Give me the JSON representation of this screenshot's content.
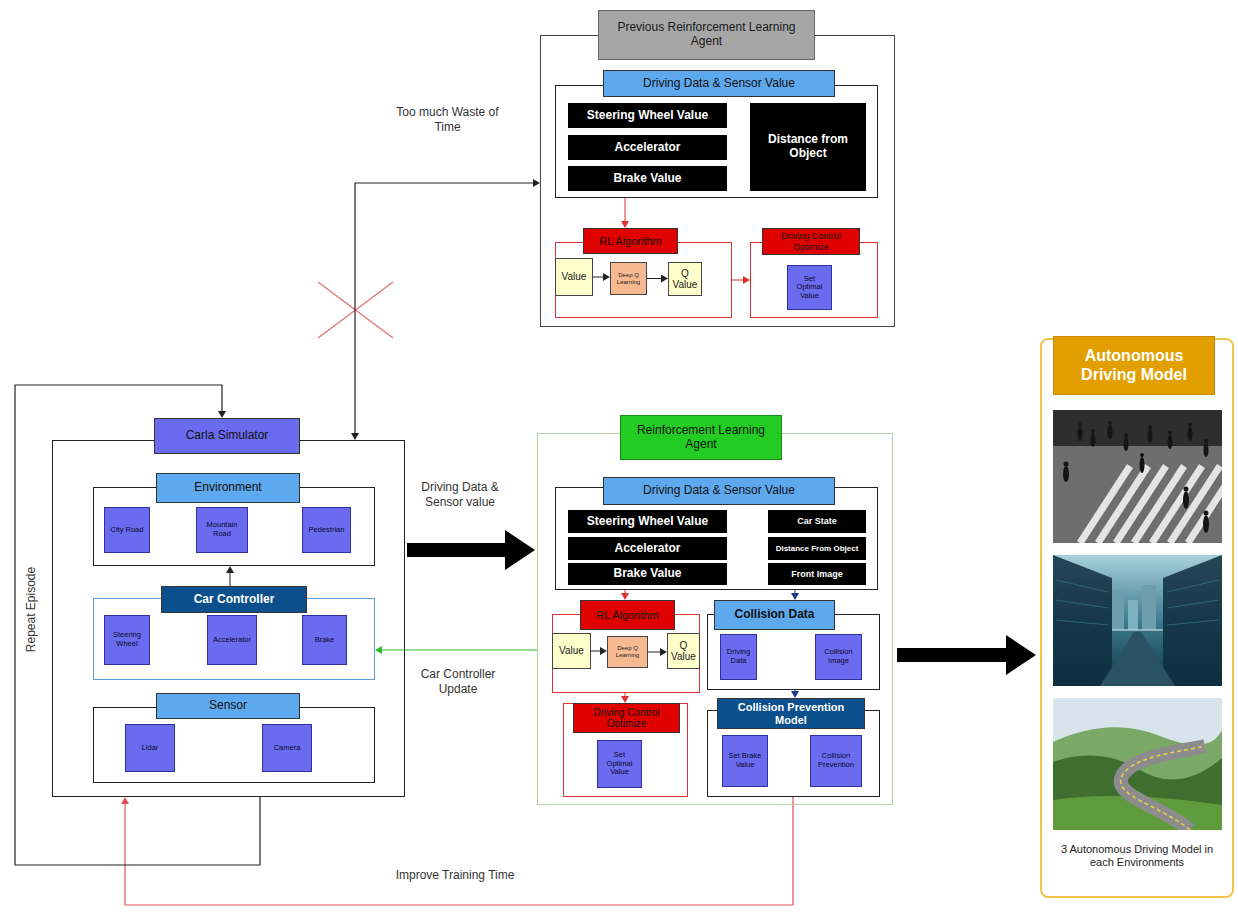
{
  "diagram": {
    "nodes": [
      {
        "text": [
          "Previous Reinforcement Learning Agent"
        ]
      },
      {
        "text": [
          "Driving Data & Sensor Value"
        ],
        "in": 0
      },
      {
        "text": [
          "Steering Wheel Value"
        ],
        "in": 1
      },
      {
        "text": [
          "Accelerator"
        ],
        "in": 1
      },
      {
        "text": [
          "Brake Value"
        ],
        "in": 1
      },
      {
        "text": [
          "Distance from Object"
        ],
        "in": 1
      },
      {
        "text": [
          "RL Algorithm"
        ],
        "in": 0
      },
      {
        "text": [
          "Value"
        ],
        "in": 6
      },
      {
        "text": [
          "Deep Q Learning"
        ],
        "in": 6
      },
      {
        "text": [
          "Q Value"
        ],
        "in": 6
      },
      {
        "text": [
          "Driving Control Optimize"
        ],
        "in": 0
      },
      {
        "text": [
          "Set Optimal Value"
        ],
        "in": 10
      },
      {
        "text": [
          "Carla Simulator"
        ]
      },
      {
        "text": [
          "Environment"
        ],
        "in": 12
      },
      {
        "text": [
          "City Road"
        ],
        "in": 13
      },
      {
        "text": [
          "Mountain Road"
        ],
        "in": 13
      },
      {
        "text": [
          "Pedestrian"
        ],
        "in": 13
      },
      {
        "text": [
          "Car Controller"
        ],
        "in": 12
      },
      {
        "text": [
          "Steering Wheel"
        ],
        "in": 17
      },
      {
        "text": [
          "Accelerator"
        ],
        "in": 17
      },
      {
        "text": [
          "Brake"
        ],
        "in": 17
      },
      {
        "text": [
          "Sensor"
        ],
        "in": 12
      },
      {
        "text": [
          "Lidar"
        ],
        "in": 21
      },
      {
        "text": [
          "Camera"
        ],
        "in": 21
      },
      {
        "text": [
          "Reinforcement Learning Agent"
        ]
      },
      {
        "text": [
          "Driving Data & Sensor Value"
        ],
        "in": 24
      },
      {
        "text": [
          "Steering Wheel Value"
        ],
        "in": 25
      },
      {
        "text": [
          "Accelerator"
        ],
        "in": 25
      },
      {
        "text": [
          "Brake Value"
        ],
        "in": 25
      },
      {
        "text": [
          "Car State"
        ],
        "in": 25
      },
      {
        "text": [
          "Distance From Object"
        ],
        "in": 25
      },
      {
        "text": [
          "Front Image"
        ],
        "in": 25
      },
      {
        "text": [
          "RL Algorithm"
        ],
        "in": 24
      },
      {
        "text": [
          "Value"
        ],
        "in": 32
      },
      {
        "text": [
          "Deep Q Learning"
        ],
        "in": 32
      },
      {
        "text": [
          "Q Value"
        ],
        "in": 32
      },
      {
        "text": [
          "Driving Control Optimize"
        ],
        "in": 24
      },
      {
        "text": [
          "Set Optimal Value"
        ],
        "in": 36
      },
      {
        "text": [
          "Collision Data"
        ],
        "in": 24
      },
      {
        "text": [
          "Driving Data"
        ],
        "in": 38
      },
      {
        "text": [
          "Collision Image"
        ],
        "in": 38
      },
      {
        "text": [
          "Collision Prevention Model"
        ],
        "in": 24
      },
      {
        "text": [
          "Set Brake Value"
        ],
        "in": 41
      },
      {
        "text": [
          "Collision Prevention"
        ],
        "in": 41
      },
      {
        "text": [
          "Autonomous Driving Model",
          "3 Autonomous Driving Model in each Environments"
        ]
      }
    ],
    "edges": [
      {
        "from": 12,
        "to": 0,
        "arrow": "both",
        "label": "Too much Waste of Time"
      },
      {
        "from": 12,
        "to": 24,
        "arrow": "to",
        "label": "Driving Data & Sensor value"
      },
      {
        "from": 24,
        "to": 17,
        "arrow": "to",
        "label": "Car Controller Update"
      },
      {
        "from": 24,
        "to": 44,
        "arrow": "to"
      },
      {
        "from": 41,
        "to": 12,
        "arrow": "to",
        "label": "Improve Training Time"
      },
      {
        "from": 12,
        "to": 12,
        "arrow": "to",
        "label": "Repeat Episode"
      },
      {
        "from": 17,
        "to": 13,
        "arrow": "to"
      },
      {
        "from": 1,
        "to": 6,
        "arrow": "to"
      },
      {
        "from": 7,
        "to": 8,
        "arrow": "to"
      },
      {
        "from": 8,
        "to": 9,
        "arrow": "to"
      },
      {
        "from": 6,
        "to": 10,
        "arrow": "to"
      },
      {
        "from": 25,
        "to": 32,
        "arrow": "to"
      },
      {
        "from": 25,
        "to": 38,
        "arrow": "to"
      },
      {
        "from": 33,
        "to": 34,
        "arrow": "to"
      },
      {
        "from": 34,
        "to": 35,
        "arrow": "to"
      },
      {
        "from": 32,
        "to": 36,
        "arrow": "to"
      },
      {
        "from": 38,
        "to": 41,
        "arrow": "to"
      }
    ]
  }
}
